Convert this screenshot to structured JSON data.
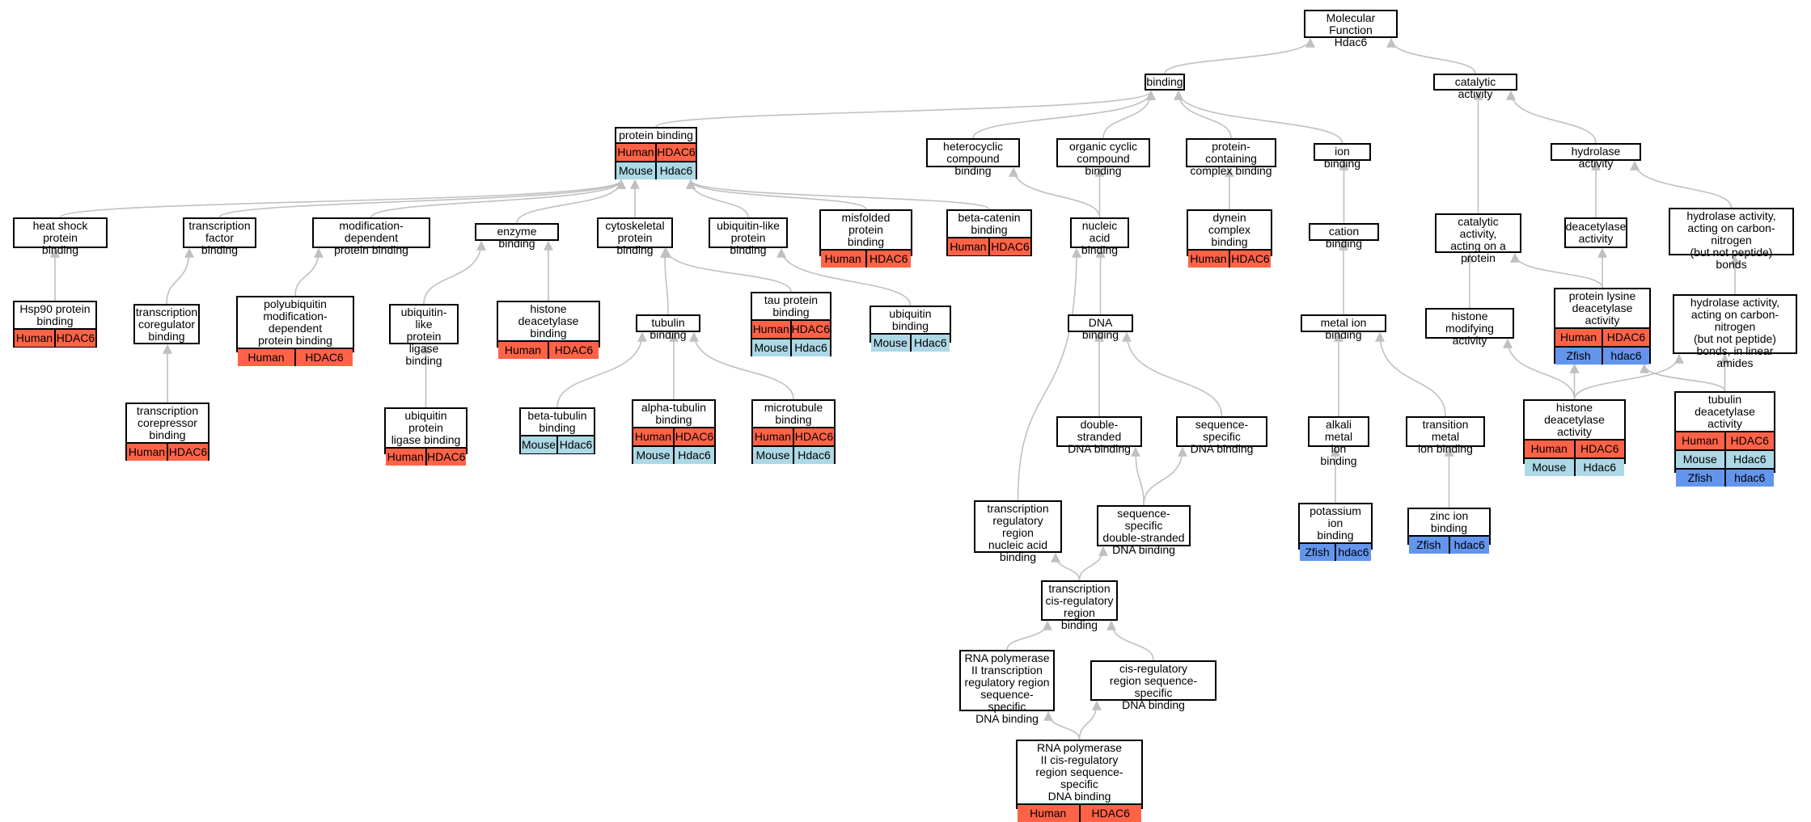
{
  "colors": {
    "Human": "#ff6347",
    "Mouse": "#add8e6",
    "Zfish": "#6495ed",
    "edge": "#c0c0c0"
  },
  "nodes": [
    {
      "id": "mf",
      "label": "Molecular Function\nHdac6",
      "rows": []
    },
    {
      "id": "binding",
      "label": "binding",
      "rows": []
    },
    {
      "id": "catalytic",
      "label": "catalytic activity",
      "rows": []
    },
    {
      "id": "protein_binding",
      "label": "protein binding",
      "rows": [
        [
          "Human",
          "HDAC6"
        ],
        [
          "Mouse",
          "Hdac6"
        ]
      ]
    },
    {
      "id": "heterocyclic",
      "label": "heterocyclic\ncompound binding",
      "rows": []
    },
    {
      "id": "organic_cyclic",
      "label": "organic cyclic\ncompound binding",
      "rows": []
    },
    {
      "id": "protein_complex",
      "label": "protein-containing\ncomplex binding",
      "rows": []
    },
    {
      "id": "ion_binding",
      "label": "ion binding",
      "rows": []
    },
    {
      "id": "hydrolase",
      "label": "hydrolase activity",
      "rows": []
    },
    {
      "id": "heat_shock",
      "label": "heat shock protein\nbinding",
      "rows": []
    },
    {
      "id": "tf_binding",
      "label": "transcription\nfactor binding",
      "rows": []
    },
    {
      "id": "mod_dep",
      "label": "modification-dependent\nprotein binding",
      "rows": []
    },
    {
      "id": "enzyme_binding",
      "label": "enzyme binding",
      "rows": []
    },
    {
      "id": "cytoskeletal",
      "label": "cytoskeletal\nprotein binding",
      "rows": []
    },
    {
      "id": "ubl_binding",
      "label": "ubiquitin-like\nprotein binding",
      "rows": []
    },
    {
      "id": "misfolded",
      "label": "misfolded protein\nbinding",
      "rows": [
        [
          "Human",
          "HDAC6"
        ]
      ]
    },
    {
      "id": "beta_catenin",
      "label": "beta-catenin\nbinding",
      "rows": [
        [
          "Human",
          "HDAC6"
        ]
      ]
    },
    {
      "id": "nucleic_acid",
      "label": "nucleic acid\nbinding",
      "rows": []
    },
    {
      "id": "dynein",
      "label": "dynein complex\nbinding",
      "rows": [
        [
          "Human",
          "HDAC6"
        ]
      ]
    },
    {
      "id": "cation",
      "label": "cation binding",
      "rows": []
    },
    {
      "id": "cat_protein",
      "label": "catalytic activity,\nacting on a\nprotein",
      "rows": []
    },
    {
      "id": "deacetylase",
      "label": "deacetylase\nactivity",
      "rows": []
    },
    {
      "id": "hydro_cn",
      "label": "hydrolase activity,\nacting on carbon-nitrogen\n(but not peptide)\nbonds",
      "rows": []
    },
    {
      "id": "hsp90",
      "label": "Hsp90 protein\nbinding",
      "rows": [
        [
          "Human",
          "HDAC6"
        ]
      ]
    },
    {
      "id": "tx_coreg",
      "label": "transcription\ncoregulator\nbinding",
      "rows": []
    },
    {
      "id": "polyub",
      "label": "polyubiquitin\nmodification-dependent\nprotein binding",
      "rows": [
        [
          "Human",
          "HDAC6"
        ]
      ]
    },
    {
      "id": "ubl_ligase",
      "label": "ubiquitin-like\nprotein ligase\nbinding",
      "rows": []
    },
    {
      "id": "hdac_binding",
      "label": "histone deacetylase\nbinding",
      "rows": [
        [
          "Human",
          "HDAC6"
        ]
      ]
    },
    {
      "id": "tubulin_binding",
      "label": "tubulin binding",
      "rows": []
    },
    {
      "id": "tau",
      "label": "tau protein\nbinding",
      "rows": [
        [
          "Human",
          "HDAC6"
        ],
        [
          "Mouse",
          "Hdac6"
        ]
      ]
    },
    {
      "id": "ubiquitin_binding",
      "label": "ubiquitin binding",
      "rows": [
        [
          "Mouse",
          "Hdac6"
        ]
      ]
    },
    {
      "id": "dna_binding",
      "label": "DNA binding",
      "rows": []
    },
    {
      "id": "metal_ion",
      "label": "metal ion binding",
      "rows": []
    },
    {
      "id": "histone_mod",
      "label": "histone modifying\nactivity",
      "rows": []
    },
    {
      "id": "pkdac",
      "label": "protein lysine\ndeacetylase\nactivity",
      "rows": [
        [
          "Human",
          "HDAC6"
        ],
        [
          "Zfish",
          "hdac6"
        ]
      ]
    },
    {
      "id": "hydro_linear",
      "label": "hydrolase activity,\nacting on carbon-nitrogen\n(but not peptide)\nbonds, in linear\namides",
      "rows": []
    },
    {
      "id": "tx_corepressor",
      "label": "transcription\ncorepressor\nbinding",
      "rows": [
        [
          "Human",
          "HDAC6"
        ]
      ]
    },
    {
      "id": "ub_ligase",
      "label": "ubiquitin protein\nligase binding",
      "rows": [
        [
          "Human",
          "HDAC6"
        ]
      ]
    },
    {
      "id": "beta_tubulin",
      "label": "beta-tubulin\nbinding",
      "rows": [
        [
          "Mouse",
          "Hdac6"
        ]
      ]
    },
    {
      "id": "alpha_tubulin",
      "label": "alpha-tubulin\nbinding",
      "rows": [
        [
          "Human",
          "HDAC6"
        ],
        [
          "Mouse",
          "Hdac6"
        ]
      ]
    },
    {
      "id": "microtubule",
      "label": "microtubule\nbinding",
      "rows": [
        [
          "Human",
          "HDAC6"
        ],
        [
          "Mouse",
          "Hdac6"
        ]
      ]
    },
    {
      "id": "ds_dna",
      "label": "double-stranded\nDNA binding",
      "rows": []
    },
    {
      "id": "ss_dna",
      "label": "sequence-specific\nDNA binding",
      "rows": []
    },
    {
      "id": "alkali",
      "label": "alkali metal\nion binding",
      "rows": []
    },
    {
      "id": "transition",
      "label": "transition metal\nion binding",
      "rows": []
    },
    {
      "id": "hdac_activity",
      "label": "histone deacetylase\nactivity",
      "rows": [
        [
          "Human",
          "HDAC6"
        ],
        [
          "Mouse",
          "Hdac6"
        ]
      ]
    },
    {
      "id": "tubulin_deac",
      "label": "tubulin deacetylase\nactivity",
      "rows": [
        [
          "Human",
          "HDAC6"
        ],
        [
          "Mouse",
          "Hdac6"
        ],
        [
          "Zfish",
          "hdac6"
        ]
      ]
    },
    {
      "id": "tx_reg_region",
      "label": "transcription\nregulatory region\nnucleic acid\nbinding",
      "rows": []
    },
    {
      "id": "ss_ds_dna",
      "label": "sequence-specific\ndouble-stranded\nDNA binding",
      "rows": []
    },
    {
      "id": "potassium",
      "label": "potassium ion\nbinding",
      "rows": [
        [
          "Zfish",
          "hdac6"
        ]
      ]
    },
    {
      "id": "zinc",
      "label": "zinc ion binding",
      "rows": [
        [
          "Zfish",
          "hdac6"
        ]
      ]
    },
    {
      "id": "tx_cis",
      "label": "transcription\ncis-regulatory\nregion binding",
      "rows": []
    },
    {
      "id": "rnap2_tx",
      "label": "RNA polymerase\nII transcription\nregulatory region\nsequence-specific\nDNA binding",
      "rows": []
    },
    {
      "id": "cis_reg_ss",
      "label": "cis-regulatory\nregion sequence-specific\nDNA binding",
      "rows": []
    },
    {
      "id": "rnap2_cis",
      "label": "RNA polymerase\nII cis-regulatory\nregion sequence-specific\nDNA binding",
      "rows": [
        [
          "Human",
          "HDAC6"
        ]
      ]
    }
  ],
  "edges": [
    [
      "binding",
      "mf"
    ],
    [
      "catalytic",
      "mf"
    ],
    [
      "protein_binding",
      "binding"
    ],
    [
      "heterocyclic",
      "binding"
    ],
    [
      "organic_cyclic",
      "binding"
    ],
    [
      "protein_complex",
      "binding"
    ],
    [
      "ion_binding",
      "binding"
    ],
    [
      "hydrolase",
      "catalytic"
    ],
    [
      "cat_protein",
      "catalytic"
    ],
    [
      "heat_shock",
      "protein_binding"
    ],
    [
      "tf_binding",
      "protein_binding"
    ],
    [
      "mod_dep",
      "protein_binding"
    ],
    [
      "enzyme_binding",
      "protein_binding"
    ],
    [
      "cytoskeletal",
      "protein_binding"
    ],
    [
      "ubl_binding",
      "protein_binding"
    ],
    [
      "misfolded",
      "protein_binding"
    ],
    [
      "beta_catenin",
      "protein_binding"
    ],
    [
      "nucleic_acid",
      "heterocyclic"
    ],
    [
      "nucleic_acid",
      "organic_cyclic"
    ],
    [
      "dynein",
      "protein_complex"
    ],
    [
      "cation",
      "ion_binding"
    ],
    [
      "deacetylase",
      "hydrolase"
    ],
    [
      "hydro_cn",
      "hydrolase"
    ],
    [
      "hsp90",
      "heat_shock"
    ],
    [
      "tx_coreg",
      "tf_binding"
    ],
    [
      "polyub",
      "mod_dep"
    ],
    [
      "ubl_ligase",
      "enzyme_binding"
    ],
    [
      "hdac_binding",
      "enzyme_binding"
    ],
    [
      "tubulin_binding",
      "cytoskeletal"
    ],
    [
      "tau",
      "cytoskeletal"
    ],
    [
      "ubiquitin_binding",
      "ubl_binding"
    ],
    [
      "dna_binding",
      "nucleic_acid"
    ],
    [
      "metal_ion",
      "cation"
    ],
    [
      "histone_mod",
      "cat_protein"
    ],
    [
      "pkdac",
      "cat_protein"
    ],
    [
      "pkdac",
      "deacetylase"
    ],
    [
      "hydro_linear",
      "hydro_cn"
    ],
    [
      "tx_corepressor",
      "tx_coreg"
    ],
    [
      "ub_ligase",
      "ubl_ligase"
    ],
    [
      "beta_tubulin",
      "tubulin_binding"
    ],
    [
      "alpha_tubulin",
      "tubulin_binding"
    ],
    [
      "microtubule",
      "tubulin_binding"
    ],
    [
      "ds_dna",
      "dna_binding"
    ],
    [
      "ss_dna",
      "dna_binding"
    ],
    [
      "alkali",
      "metal_ion"
    ],
    [
      "transition",
      "metal_ion"
    ],
    [
      "hdac_activity",
      "histone_mod"
    ],
    [
      "hdac_activity",
      "pkdac"
    ],
    [
      "tubulin_deac",
      "pkdac"
    ],
    [
      "hdac_activity",
      "hydro_linear"
    ],
    [
      "tubulin_deac",
      "hydro_linear"
    ],
    [
      "tx_reg_region",
      "nucleic_acid"
    ],
    [
      "ss_ds_dna",
      "ds_dna"
    ],
    [
      "ss_ds_dna",
      "ss_dna"
    ],
    [
      "potassium",
      "alkali"
    ],
    [
      "zinc",
      "transition"
    ],
    [
      "tx_cis",
      "tx_reg_region"
    ],
    [
      "tx_cis",
      "ss_ds_dna"
    ],
    [
      "rnap2_tx",
      "tx_cis"
    ],
    [
      "cis_reg_ss",
      "tx_cis"
    ],
    [
      "rnap2_cis",
      "rnap2_tx"
    ],
    [
      "rnap2_cis",
      "cis_reg_ss"
    ]
  ]
}
